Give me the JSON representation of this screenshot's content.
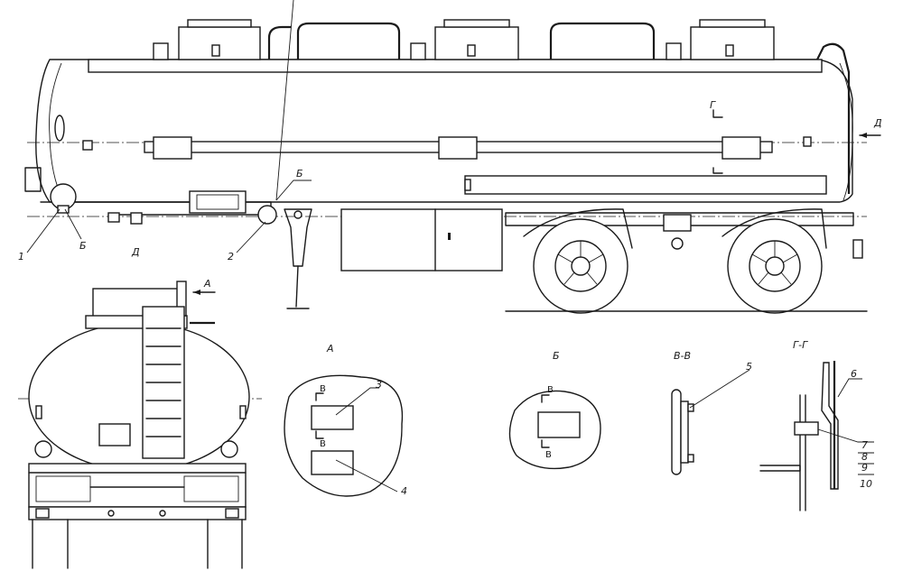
{
  "labels": {
    "callout_1": "1",
    "callout_2": "2",
    "callout_4": "4",
    "callout_5": "5",
    "callout_6": "6",
    "callout_7": "7",
    "callout_8": "8",
    "callout_9": "9",
    "callout_10": "10",
    "callout_3": "3",
    "view_b_left": "Б",
    "view_b_right": "Б",
    "view_d": "Д",
    "view_d_arrow": "Д",
    "view_a_arrow": "А",
    "view_g_arrow": "Г",
    "detail_a_title": "А",
    "detail_b_title": "Б",
    "section_vv_title": "В-В",
    "section_gg_title": "Г-Г",
    "cut_v_a_top": "В",
    "cut_v_a_bottom": "В",
    "cut_v_b_top": "В",
    "cut_v_b_bottom": "В"
  }
}
